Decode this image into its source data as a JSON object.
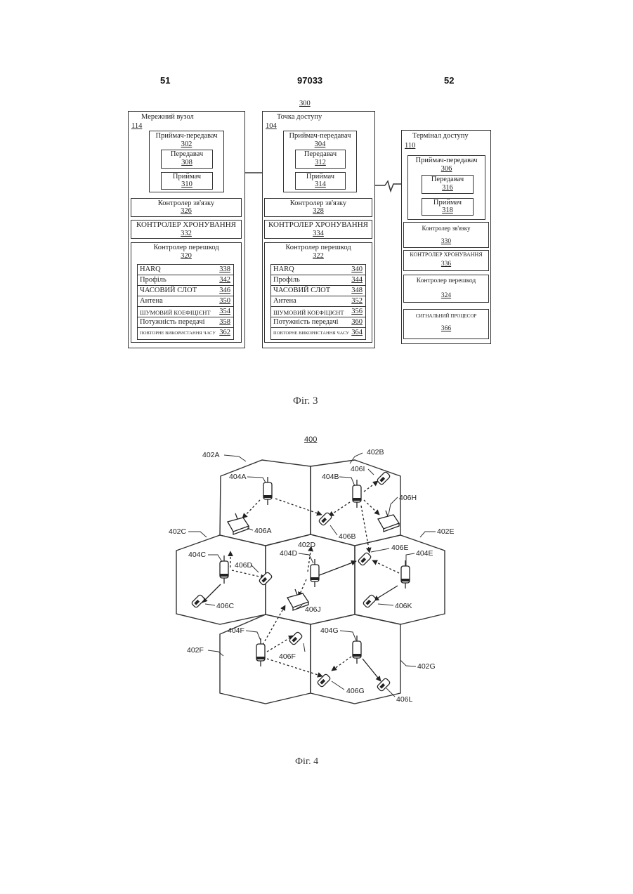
{
  "header": {
    "left": "51",
    "center": "97033",
    "right": "52"
  },
  "fig3": {
    "number": "300",
    "caption": "Фіг. 3",
    "node": {
      "title": "Мережний вузол",
      "id": "114",
      "transceiver": "Приймач-передавач",
      "transceiver_id": "302",
      "tx": "Передавач",
      "tx_id": "308",
      "rx": "Приймач",
      "rx_id": "310",
      "comm": "Контролер зв'язку",
      "comm_id": "326",
      "timing": "КОНТРОЛЕР ХРОНУВАННЯ",
      "timing_id": "332",
      "interf": "Контролер перешкод",
      "interf_id": "320",
      "rows": [
        {
          "label": "HARQ",
          "id": "338"
        },
        {
          "label": "Профіль",
          "id": "342"
        },
        {
          "label": "ЧАСОВИЙ СЛОТ",
          "id": "346"
        },
        {
          "label": "Антена",
          "id": "350"
        },
        {
          "label": "ШУМОВИЙ КОЕФІЦІЄНТ",
          "id": "354"
        },
        {
          "label": "Потужність передачі",
          "id": "358"
        },
        {
          "label": "ПОВТОРНЕ ВИКОРИСТАННЯ ЧАСУ",
          "id": "362"
        }
      ]
    },
    "ap": {
      "title": "Точка доступу",
      "id": "104",
      "transceiver": "Приймач-передавач",
      "transceiver_id": "304",
      "tx": "Передавач",
      "tx_id": "312",
      "rx": "Приймач",
      "rx_id": "314",
      "comm": "Контролер зв'язку",
      "comm_id": "328",
      "timing": "КОНТРОЛЕР ХРОНУВАННЯ",
      "timing_id": "334",
      "interf": "Контролер перешкод",
      "interf_id": "322",
      "rows": [
        {
          "label": "HARQ",
          "id": "340"
        },
        {
          "label": "Профіль",
          "id": "344"
        },
        {
          "label": "ЧАСОВИЙ СЛОТ",
          "id": "348"
        },
        {
          "label": "Антена",
          "id": "352"
        },
        {
          "label": "ШУМОВИЙ КОЕФІЦІЄНТ",
          "id": "356"
        },
        {
          "label": "Потужність передачі",
          "id": "360"
        },
        {
          "label": "ПОВТОРНЕ ВИКОРИСТАННЯ ЧАСУ",
          "id": "364"
        }
      ]
    },
    "at": {
      "title": "Термінал доступу",
      "id": "110",
      "transceiver": "Приймач-передавач",
      "transceiver_id": "306",
      "tx": "Передавач",
      "tx_id": "316",
      "rx": "Приймач",
      "rx_id": "318",
      "comm": "Контролер зв'язку",
      "comm_id": "330",
      "timing": "КОНТРОЛЕР ХРОНУВАННЯ",
      "timing_id": "336",
      "interf": "Контролер перешкод",
      "interf_id": "324",
      "signal": "СИГНАЛЬНИЙ ПРОЦЕСОР",
      "signal_id": "366"
    }
  },
  "fig4": {
    "number": "400",
    "caption": "Фіг. 4",
    "cells": [
      "402A",
      "402B",
      "402C",
      "402D",
      "402E",
      "402F",
      "402G"
    ],
    "access_points": [
      "404A",
      "404B",
      "404C",
      "404D",
      "404E",
      "404F",
      "404G"
    ],
    "terminals": [
      "406A",
      "406B",
      "406C",
      "406D",
      "406E",
      "406F",
      "406G",
      "406H",
      "406I",
      "406J",
      "406K",
      "406L"
    ]
  }
}
